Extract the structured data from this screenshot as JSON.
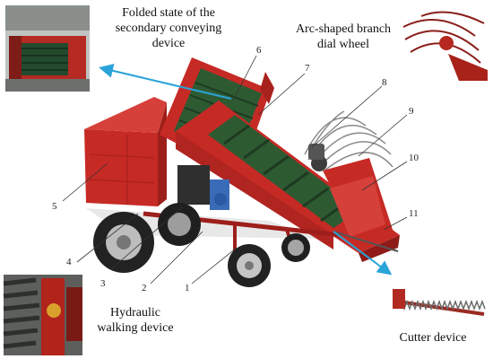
{
  "captions": {
    "secondary_conveying": "Folded state of the\nsecondary conveying\ndevice",
    "dial_wheel": "Arc-shaped branch\ndial wheel",
    "hydraulic_walking": "Hydraulic\nwalking device",
    "cutter": "Cutter device"
  },
  "part_numbers": [
    "1",
    "2",
    "3",
    "4",
    "5",
    "6",
    "7",
    "8",
    "9",
    "10",
    "11"
  ],
  "colors": {
    "body_red": "#c62a25",
    "dark_red": "#8e1b18",
    "belt_green": "#2e5a32",
    "leader_blue": "#2aa3d8",
    "tire": "#2a2a2a"
  }
}
